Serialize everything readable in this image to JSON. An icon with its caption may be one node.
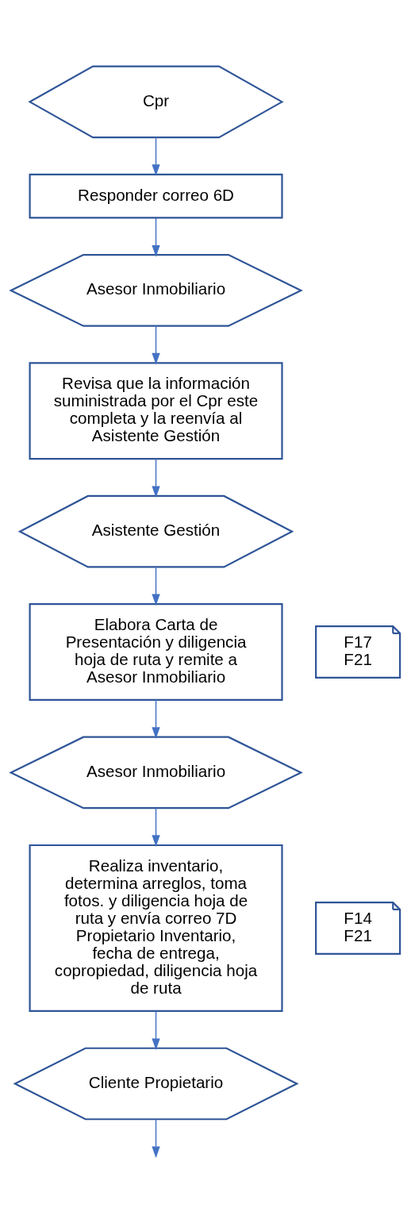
{
  "diagram": {
    "nodes": [
      {
        "text": [
          "Cpr"
        ]
      },
      {
        "text": [
          "Responder correo 6D"
        ]
      },
      {
        "text": [
          "Asesor Inmobiliario"
        ]
      },
      {
        "text": [
          "Revisa que la información suministrada por el Cpr este completa y la reenvía al Asistente Gestión"
        ]
      },
      {
        "text": [
          "Asistente Gestión"
        ]
      },
      {
        "text": [
          "Elabora Carta de Presentación y diligencia hoja de ruta y remite a Asesor Inmobiliario"
        ]
      },
      {
        "text": [
          "F17",
          "F21"
        ]
      },
      {
        "text": [
          "Asesor Inmobiliario"
        ]
      },
      {
        "text": [
          "Realiza inventario, determina arreglos, toma fotos. y diligencia hoja de ruta y envía correo 7D Propietario Inventario, fecha de entrega, copropiedad, diligencia hoja de ruta"
        ]
      },
      {
        "text": [
          "F14",
          "F21"
        ]
      },
      {
        "text": [
          "Cliente Propietario"
        ]
      }
    ],
    "edges": [
      {
        "from": 0,
        "to": 1,
        "arrow": "to"
      },
      {
        "from": 1,
        "to": 2,
        "arrow": "to"
      },
      {
        "from": 2,
        "to": 3,
        "arrow": "to"
      },
      {
        "from": 3,
        "to": 4,
        "arrow": "to"
      },
      {
        "from": 4,
        "to": 5,
        "arrow": "to"
      },
      {
        "from": 5,
        "to": 7,
        "arrow": "to"
      },
      {
        "from": 7,
        "to": 8,
        "arrow": "to"
      },
      {
        "from": 8,
        "to": 10,
        "arrow": "to"
      },
      {
        "from": 10,
        "to": null,
        "arrow": "to"
      }
    ]
  }
}
